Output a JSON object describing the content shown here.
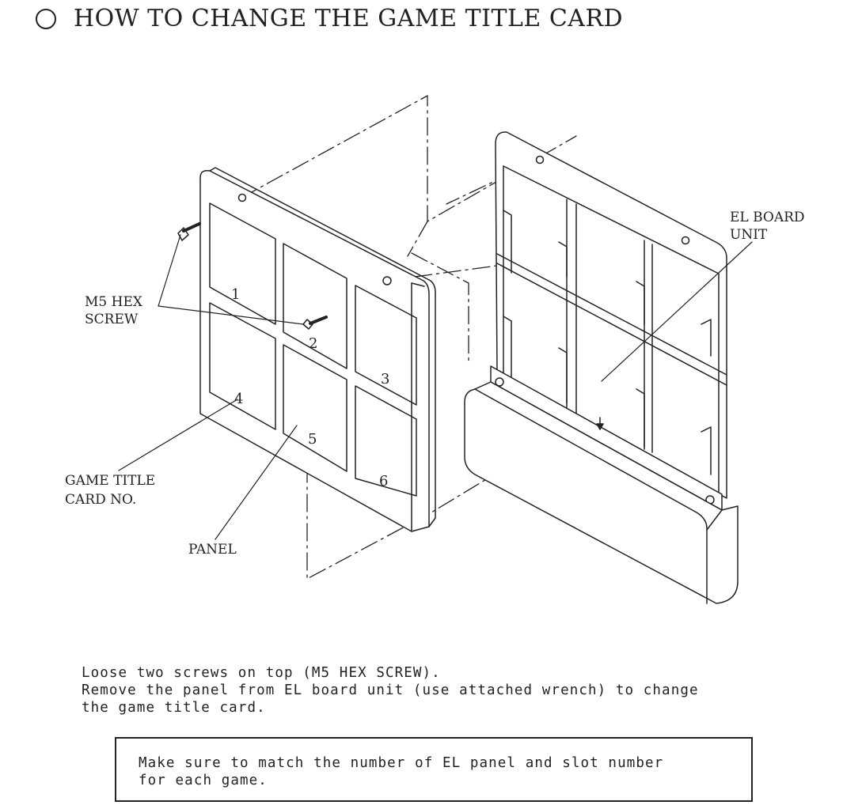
{
  "title": "HOW TO CHANGE THE GAME TITLE CARD",
  "labels": {
    "screw": [
      "M5 HEX",
      "SCREW"
    ],
    "el_board": [
      "EL BOARD",
      "UNIT"
    ],
    "card_no": [
      "GAME TITLE",
      "CARD NO."
    ],
    "panel": "PANEL"
  },
  "card_numbers": [
    "1",
    "2",
    "3",
    "4",
    "5",
    "6"
  ],
  "instructions": [
    "Loose two screws on top (M5 HEX SCREW).",
    "Remove the panel from EL board unit (use attached wrench) to change",
    "the game title card."
  ],
  "note": [
    "Make sure to match the number of EL panel and slot number",
    "for each game."
  ]
}
